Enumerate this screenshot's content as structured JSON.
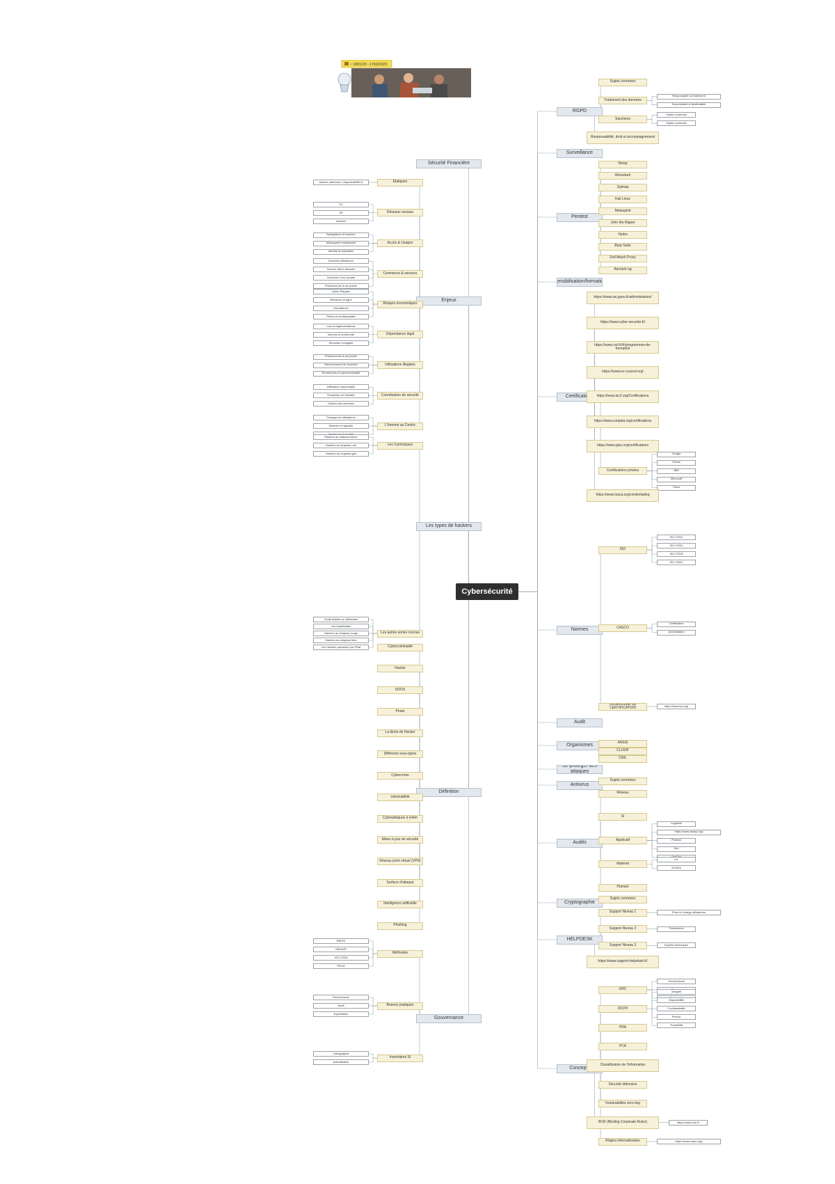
{
  "banner": {
    "tag_text": "~ 18/01/23 - 17/02/2023"
  },
  "colors": {
    "root": "#2f2f2f",
    "main_fill": "#e3e8ee",
    "sub_fill": "#f7f1d9",
    "line": "#9aa4ae"
  },
  "root": "Cybersécurité",
  "left": [
    {
      "label": "Sécurité Financière",
      "children": []
    },
    {
      "label": "Enjeux",
      "children": [
        {
          "label": "Etatiques",
          "notes": [
            "Une zone étatique/souveraine pour les acteurs nationaux, responsabilité et souveraineté."
          ]
        },
        {
          "label": "Réseaux sociaux",
          "notes": [
            "TIC",
            "XP",
            "Internet"
          ]
        },
        {
          "label": "Accès & Usages",
          "notes": [
            "Navigateurs et traceurs",
            "Messagerie instantanée",
            "Identité et réputation"
          ]
        },
        {
          "label": "Commerce & services",
          "notes": [
            "Données utilisateurs",
            "Service client, factures",
            "Ouverture d'un compte",
            "Protection de la vie privée"
          ]
        },
        {
          "label": "Risques économiques",
          "notes": [
            "Cyber-Risques",
            "Menaces en ligne",
            "Surveillance",
            "Pertes et confidentialité"
          ]
        },
        {
          "label": "Dépendance légal",
          "notes": [
            "Lois et réglementations",
            "Normes et conformité",
            "Sécuriser la légalité"
          ]
        },
        {
          "label": "Utilisations illégales",
          "notes": [
            "Protection de la vie privée",
            "Détournement de données",
            "Recherches et cybercriminalité"
          ]
        },
        {
          "label": "Coordination de sécurité",
          "notes": [
            "Utilisateur responsable",
            "Protection de l'identité",
            "Gestion des données"
          ]
        },
        {
          "label": "L'homme au Centre",
          "notes": [
            "Protéger les utilisateurs",
            "Détecter et signaler",
            "Impact sur la société"
          ]
        }
      ]
    },
    {
      "label": "Les types de hackers",
      "children": [
        {
          "label": "Les 3 principaux",
          "notes": [
            "Hackers au chapeau blanc",
            "Hackers au chapeau noir",
            "Hackers au chapeau gris"
          ]
        },
        {
          "label": "Les autres sortes connus",
          "notes": [
            "Script kiddies ou débutants",
            "Les hacktivistes",
            "Hackers au chapeau rouge",
            "Hackers au chapeau bleu",
            "Les hackers parrainés par l'État"
          ]
        }
      ]
    },
    {
      "label": "Définition",
      "children": [
        {
          "label": "Cybercriminalité"
        },
        {
          "label": "Hacker"
        },
        {
          "label": "DDOS"
        },
        {
          "label": "Pirate"
        },
        {
          "label": "La tâche de Hacker"
        },
        {
          "label": "Différents sous-types"
        },
        {
          "label": "Cybercrime"
        },
        {
          "label": "Vulnérabilité"
        },
        {
          "label": "Cyberattaques à éviter"
        },
        {
          "label": "Mises à jour de sécurité"
        },
        {
          "label": "Réseau privé virtuel (VPN)"
        },
        {
          "label": "Surface d'attaque"
        },
        {
          "label": "Intelligence artificielle"
        },
        {
          "label": "Phishing"
        }
      ]
    },
    {
      "label": "Gouvernance",
      "children": [
        {
          "label": "Méthodes",
          "notes": [
            "EBIOS",
            "MEHARI",
            "ISO 27005",
            "PDCA"
          ]
        },
        {
          "label": "Bonnes pratiques",
          "notes": [
            "Gouvernance",
            "Audit",
            "Exploitation"
          ]
        },
        {
          "label": "Inventaires SI",
          "notes": [
            "Cartographie",
            "Actualisation"
          ]
        }
      ]
    }
  ],
  "right": [
    {
      "label": "RGPD",
      "children": [
        {
          "label": "Sujets connexes",
          "notes": []
        },
        {
          "label": "Traitement des données",
          "notes": [
            "Responsable du traitement",
            "Sous-traitant et destinataire"
          ]
        },
        {
          "label": "Sanctions",
          "notes": [
            "Sujets connexes",
            "Sujets connexes"
          ]
        },
        {
          "label": "Responsabilité, droit et accompagnement",
          "notes": []
        }
      ]
    },
    {
      "label": "Surveillance",
      "children": []
    },
    {
      "label": "Pentest",
      "children": [
        {
          "label": "Nmap"
        },
        {
          "label": "Wireshark"
        },
        {
          "label": "Sqlmap"
        },
        {
          "label": "Kali Linux"
        },
        {
          "label": "Metasploit"
        },
        {
          "label": "John the Ripper"
        },
        {
          "label": "Hydra"
        },
        {
          "label": "Burp Suite"
        },
        {
          "label": "Zed Attack Proxy"
        },
        {
          "label": "Aircrack-ng"
        }
      ]
    },
    {
      "label": "Sensibilisation/formation",
      "children": []
    },
    {
      "label": "Certifications",
      "children": [
        {
          "label": "https://www.ssi.gouv.fr/administration/"
        },
        {
          "label": "https://www.cyber-securite.fr/"
        },
        {
          "label": "https://www.cnil.fr/fr/programmes-de-formation"
        },
        {
          "label": "https://www.ec-council.org/"
        },
        {
          "label": "https://www.isc2.org/Certifications"
        },
        {
          "label": "https://www.comptia.org/certifications"
        },
        {
          "label": "https://www.giac.org/certifications"
        },
        {
          "label": "Certifications privées",
          "notes": [
            "Google",
            "Oracle",
            "IBM",
            "Microsoft",
            "Cisco"
          ]
        },
        {
          "label": "https://www.isaca.org/credentialing"
        }
      ]
    },
    {
      "label": "Normes",
      "children": [
        {
          "label": "ISO",
          "notes": [
            "ISO 27001",
            "ISO 27002",
            "ISO 27005",
            "ISO 22301"
          ]
        },
        {
          "label": "CASCO",
          "notes": [
            "Certification",
            "Accréditation"
          ]
        },
        {
          "label": "ORGANISME DE CERTIFICATION",
          "notes": [
            "https://www.iso.org/"
          ]
        }
      ]
    },
    {
      "label": "Audit",
      "children": []
    },
    {
      "label": "Organismes",
      "children": [
        {
          "label": "ANSSI"
        },
        {
          "label": "CLUSIF"
        },
        {
          "label": "CNIL"
        }
      ]
    },
    {
      "label": "Se protéger des attaques",
      "children": []
    },
    {
      "label": "Antivirus",
      "children": [
        {
          "label": "Sujets connexes"
        }
      ]
    },
    {
      "label": "Audits",
      "children": [
        {
          "label": "Réseau",
          "notes": []
        },
        {
          "label": "SI",
          "notes": []
        },
        {
          "label": "Applicatif",
          "notes": [
            "Logiciels",
            "https://www.owasp.org/",
            "Pentest",
            "Dev",
            "DevOps"
          ]
        },
        {
          "label": "Matériel",
          "notes": [
            "IoT",
            "SCADA"
          ]
        },
        {
          "label": "Humain",
          "notes": []
        }
      ]
    },
    {
      "label": "Cryptographie",
      "children": [
        {
          "label": "Sujets connexes"
        }
      ]
    },
    {
      "label": "HELPDESK",
      "children": [
        {
          "label": "Support Niveau 1",
          "notes": [
            "Prise en charge utilisateurs"
          ]
        },
        {
          "label": "Support Niveau 2",
          "notes": [
            "Techniciens"
          ]
        },
        {
          "label": "Support Niveau 3",
          "notes": [
            "Experts techniques"
          ]
        },
        {
          "label": "https://www.support-helpdesk.fr/",
          "notes": []
        }
      ]
    },
    {
      "label": "Concepts",
      "children": [
        {
          "label": "GRC",
          "notes": [
            "Gouvernance",
            "Risques",
            "Conformité"
          ]
        },
        {
          "label": "DICP/I",
          "notes": [
            "Intégrité",
            "Disponibilité",
            "Confidentialité",
            "Preuve",
            "Traçabilité"
          ]
        },
        {
          "label": "PRA",
          "notes": []
        },
        {
          "label": "PCA",
          "notes": []
        },
        {
          "label": "Classification de l'information",
          "notes": []
        },
        {
          "label": "Sécurité défensive",
          "notes": []
        },
        {
          "label": "Vulnérabilités zero-day",
          "notes": []
        },
        {
          "label": "BCR (Binding Corporate Rules)",
          "notes": [
            "https://www.cnil.fr/"
          ]
        },
        {
          "label": "Règles internationales",
          "notes": [
            "https://www.icann.org/"
          ]
        }
      ]
    }
  ]
}
